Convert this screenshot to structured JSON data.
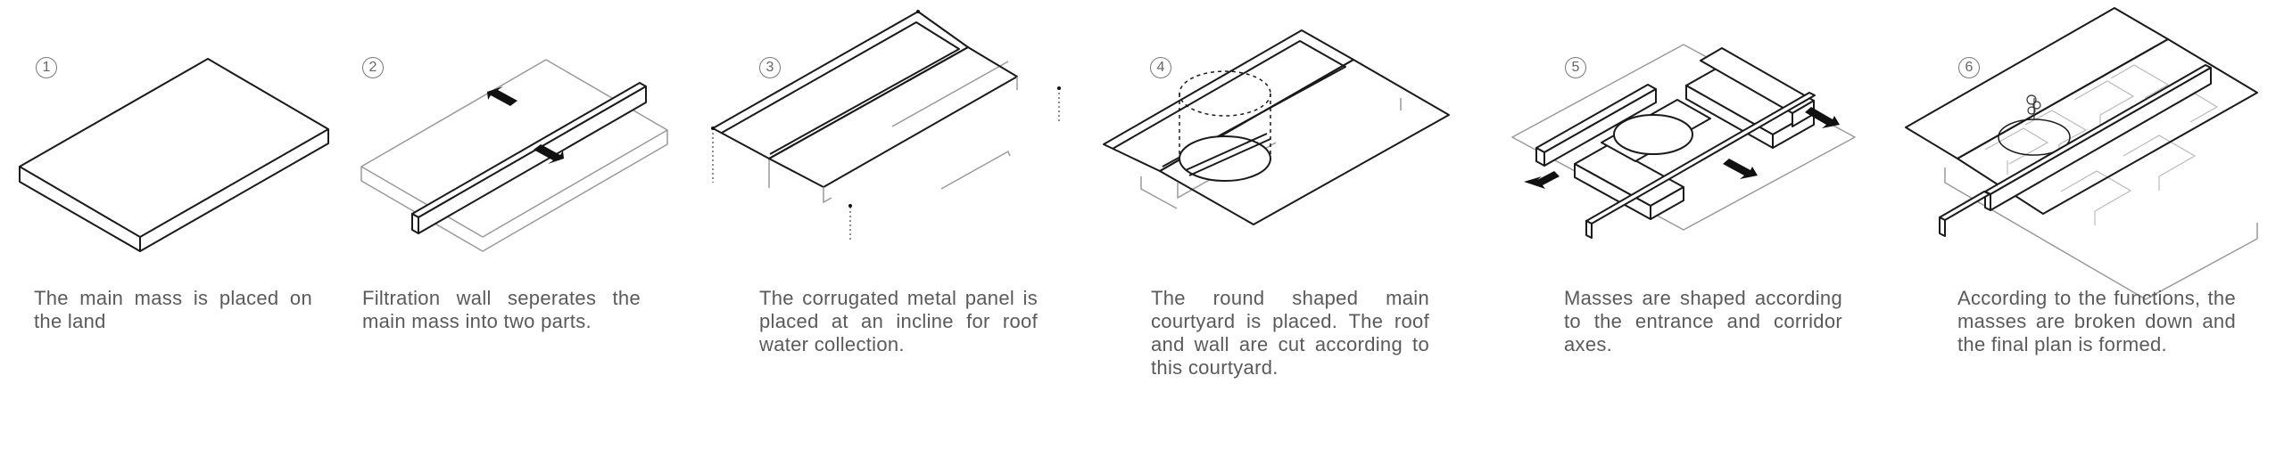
{
  "steps": [
    {
      "number": "1",
      "caption": "The main mass is placed on the land"
    },
    {
      "number": "2",
      "caption": "Filtration wall seperates the main mass into two parts."
    },
    {
      "number": "3",
      "caption": "The corrugated metal panel is placed at an incline for roof water collection."
    },
    {
      "number": "4",
      "caption": "The round shaped main courtyard is placed. The roof and wall are cut according to this courtyard."
    },
    {
      "number": "5",
      "caption": "Masses are shaped according to the entrance and corridor axes."
    },
    {
      "number": "6",
      "caption": "According to the functions, the masses are broken down and the final plan is formed."
    }
  ],
  "colors": {
    "line": "#1a1a1a",
    "light_line": "#9a9a9a",
    "arrow": "#111111",
    "text": "#5a5a5a"
  }
}
